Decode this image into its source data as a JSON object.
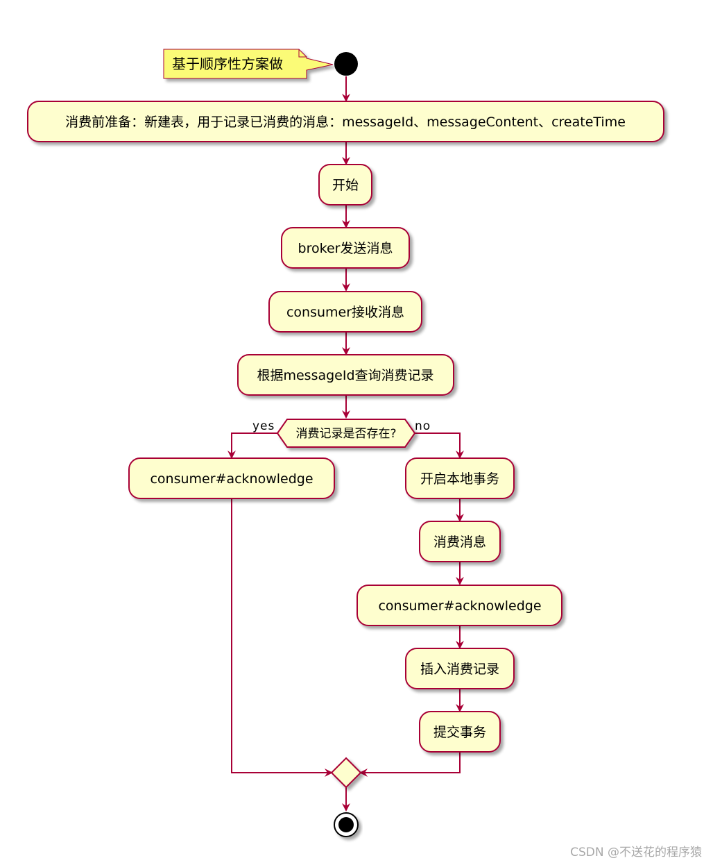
{
  "note": {
    "text": "基于顺序性方案做"
  },
  "activities": {
    "prepare": "消费前准备：新建表，用于记录已消费的消息：messageId、messageContent、createTime",
    "start": "开始",
    "broker_send": "broker发送消息",
    "consumer_receive": "consumer接收消息",
    "query_record": "根据messageId查询消费记录",
    "ack_yes": "consumer#acknowledge",
    "open_tx": "开启本地事务",
    "consume": "消费消息",
    "ack_no": "consumer#acknowledge",
    "insert_record": "插入消费记录",
    "commit_tx": "提交事务"
  },
  "decision": {
    "question": "消费记录是否存在?",
    "yes_label": "yes",
    "no_label": "no"
  },
  "watermark": "CSDN @不送花的程序猿",
  "colors": {
    "box_fill": "#FEFECE",
    "box_stroke": "#A80036",
    "note_fill": "#FBFB77",
    "note_stroke": "#A80036",
    "shadow": "#c8c8c8"
  }
}
